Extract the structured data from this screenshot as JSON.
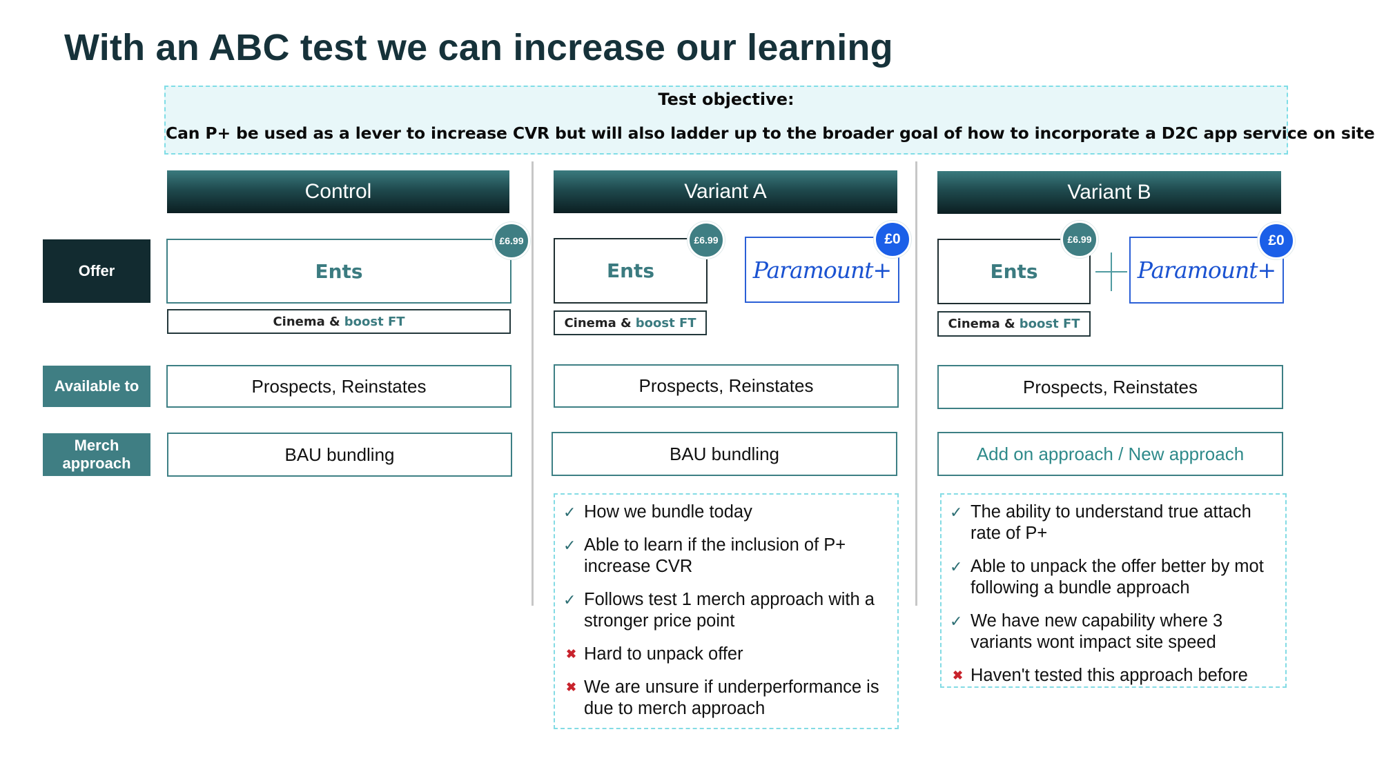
{
  "slide": {
    "title": "With an ABC test we can increase our learning"
  },
  "objective": {
    "heading": "Test objective:",
    "question": "Can P+ be used as a lever to increase CVR but will also ladder up  to the broader goal of how to incorporate a D2C app service on site"
  },
  "row_labels": {
    "offer": "Offer",
    "available": "Available to",
    "merch": "Merch approach"
  },
  "columns": {
    "control": {
      "header": "Control",
      "ents": "Ents",
      "price": "£6.99",
      "sub_a": "Cinema &",
      "sub_b": "boost FT",
      "available": "Prospects, Reinstates",
      "merch": "BAU bundling"
    },
    "variant_a": {
      "header": "Variant A",
      "ents": "Ents",
      "price": "£6.99",
      "sub_a": "Cinema &",
      "sub_b": "boost FT",
      "pplus": "Paramount+",
      "pplus_price": "£0",
      "available": "Prospects, Reinstates",
      "merch": "BAU bundling",
      "notes": [
        {
          "type": "pro",
          "text": "How we bundle today"
        },
        {
          "type": "pro",
          "text": "Able to learn if the inclusion of P+ increase CVR"
        },
        {
          "type": "pro",
          "text": "Follows test 1 merch approach with a stronger price point"
        },
        {
          "type": "con",
          "text": "Hard to unpack offer"
        },
        {
          "type": "con",
          "text": "We are unsure if underperformance is due to merch approach"
        }
      ]
    },
    "variant_b": {
      "header": "Variant B",
      "ents": "Ents",
      "price": "£6.99",
      "sub_a": "Cinema &",
      "sub_b": "boost FT",
      "pplus": "Paramount+",
      "pplus_price": "£0",
      "available": "Prospects, Reinstates",
      "merch": "Add on approach / New approach",
      "notes": [
        {
          "type": "pro",
          "text": "The ability to understand true attach rate of P+"
        },
        {
          "type": "pro",
          "text": "Able to unpack the offer better by mot following a bundle approach"
        },
        {
          "type": "pro",
          "text": "We have new capability where 3 variants wont impact site speed"
        },
        {
          "type": "con",
          "text": "Haven't tested this approach before"
        }
      ]
    }
  },
  "icons": {
    "pro": "check-icon",
    "con": "cross-icon"
  },
  "colors": {
    "teal": "#3f7e83",
    "dark": "#122b30",
    "blue": "#1b5fe8",
    "cross": "#c8232c"
  }
}
